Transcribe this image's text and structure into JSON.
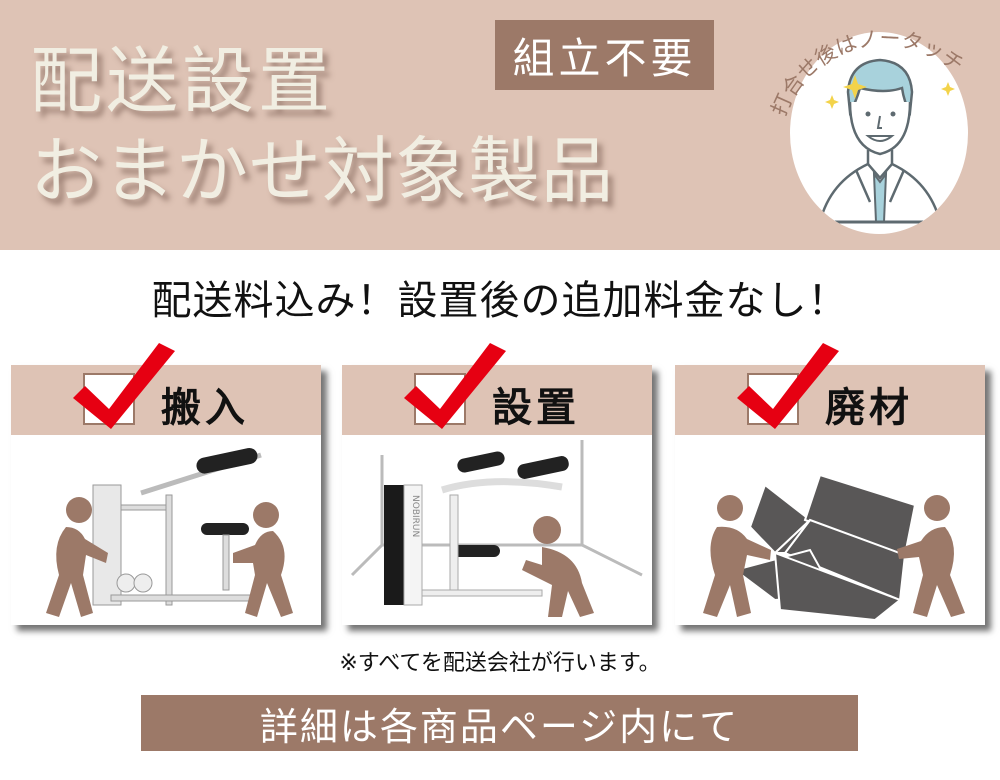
{
  "hero": {
    "line1": "配送設置",
    "line2": "おまかせ対象製品",
    "badge": "組立不要",
    "bubble_text_left": "打合せ後は",
    "bubble_text_right": "ノータッチ"
  },
  "headline": "配送料込み！設置後の追加料金なし！",
  "panels": [
    {
      "label": "搬入",
      "illustration": "two-people-carrying-machine"
    },
    {
      "label": "設置",
      "illustration": "person-installing-machine"
    },
    {
      "label": "廃材",
      "illustration": "two-people-carrying-box"
    }
  ],
  "note": "※すべてを配送会社が行います。",
  "cta": "詳細は各商品ページ内にて",
  "colors": {
    "band": "#DEC3B5",
    "brown": "#9C7968",
    "hero_text": "#F1EEE2",
    "check_red": "#E60012",
    "person": "#9C7968",
    "box": "#595757"
  }
}
